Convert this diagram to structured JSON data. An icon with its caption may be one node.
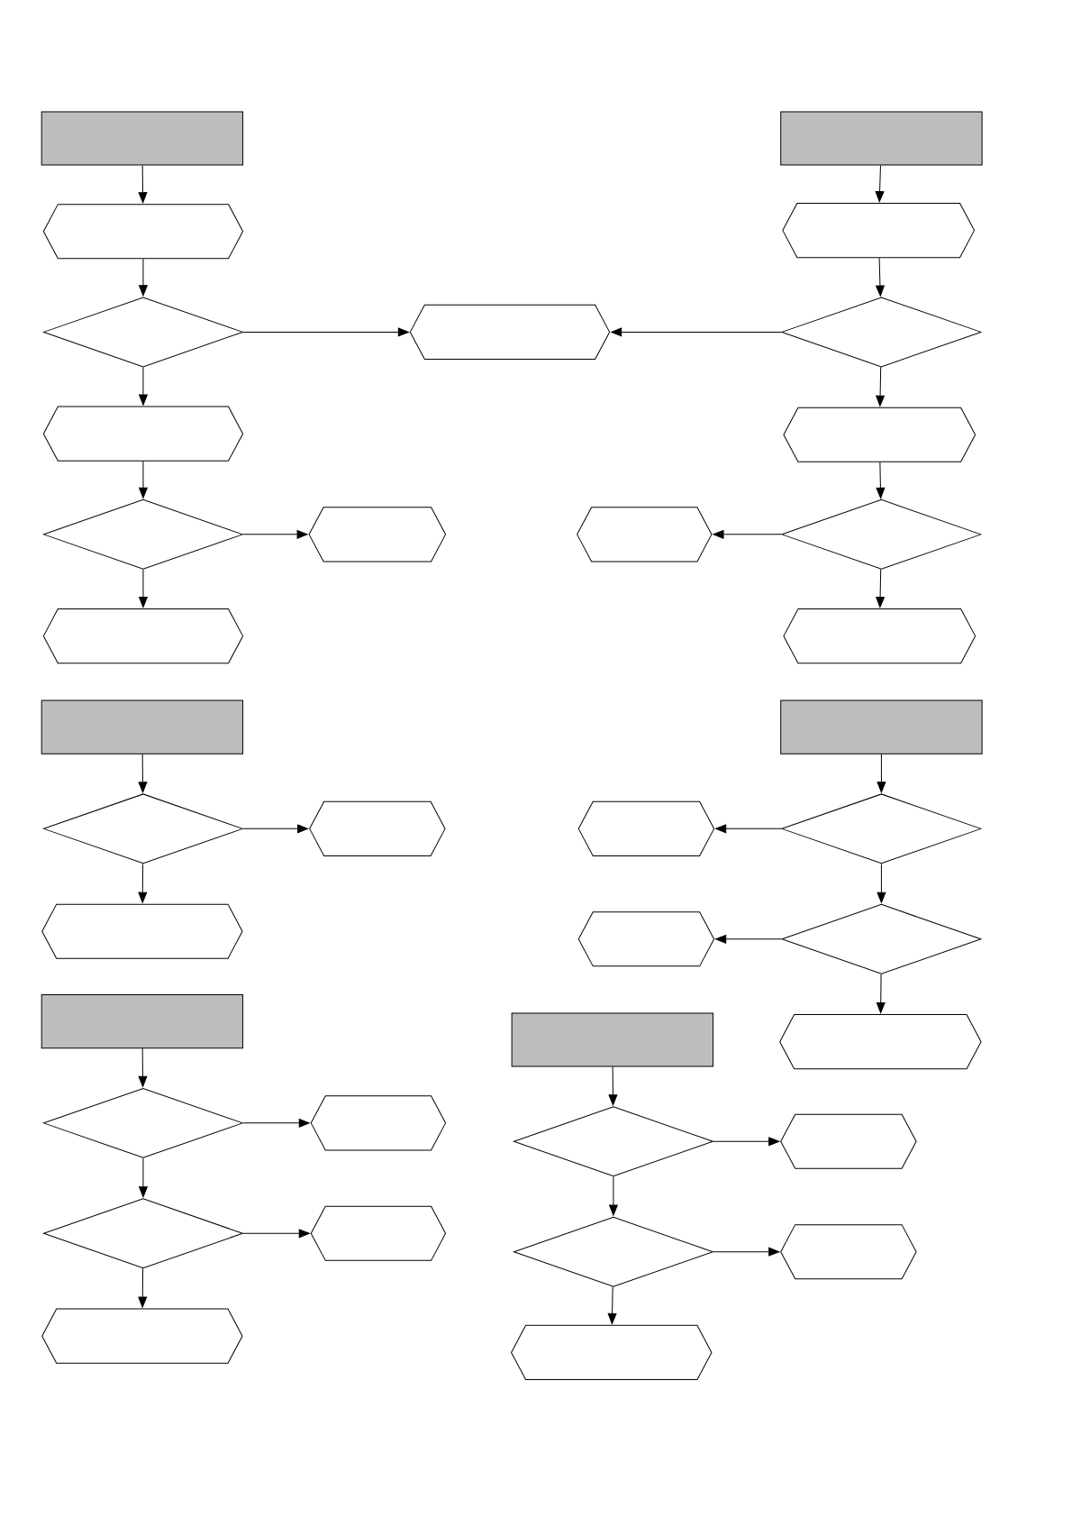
{
  "diagram": {
    "nodes": [
      {
        "text": [],
        "shape": "box"
      },
      {
        "text": [],
        "shape": "hexagon"
      },
      {
        "text": [],
        "shape": "diamond"
      },
      {
        "text": [],
        "shape": "hexagon"
      },
      {
        "text": [],
        "shape": "hexagon"
      },
      {
        "text": [],
        "shape": "diamond"
      },
      {
        "text": [],
        "shape": "hexagon"
      },
      {
        "text": [],
        "shape": "hexagon"
      },
      {
        "text": [],
        "shape": "box"
      },
      {
        "text": [],
        "shape": "hexagon"
      },
      {
        "text": [],
        "shape": "diamond"
      },
      {
        "text": [],
        "shape": "hexagon"
      },
      {
        "text": [],
        "shape": "diamond"
      },
      {
        "text": [],
        "shape": "hexagon"
      },
      {
        "text": [],
        "shape": "hexagon"
      },
      {
        "text": [],
        "shape": "box"
      },
      {
        "text": [],
        "shape": "diamond"
      },
      {
        "text": [],
        "shape": "hexagon"
      },
      {
        "text": [],
        "shape": "hexagon"
      },
      {
        "text": [],
        "shape": "box"
      },
      {
        "text": [],
        "shape": "diamond"
      },
      {
        "text": [],
        "shape": "hexagon"
      },
      {
        "text": [],
        "shape": "diamond"
      },
      {
        "text": [],
        "shape": "hexagon"
      },
      {
        "text": [],
        "shape": "hexagon"
      },
      {
        "text": [],
        "shape": "box"
      },
      {
        "text": [],
        "shape": "diamond"
      },
      {
        "text": [],
        "shape": "hexagon"
      },
      {
        "text": [],
        "shape": "diamond"
      },
      {
        "text": [],
        "shape": "hexagon"
      },
      {
        "text": [],
        "shape": "hexagon"
      },
      {
        "text": [],
        "shape": "box"
      },
      {
        "text": [],
        "shape": "diamond"
      },
      {
        "text": [],
        "shape": "hexagon"
      },
      {
        "text": [],
        "shape": "diamond"
      },
      {
        "text": [],
        "shape": "hexagon"
      },
      {
        "text": [],
        "shape": "hexagon"
      }
    ],
    "edges": [
      {
        "from": 0,
        "to": 1,
        "arrow": "to"
      },
      {
        "from": 1,
        "to": 2,
        "arrow": "to"
      },
      {
        "from": 2,
        "to": 3,
        "arrow": "to"
      },
      {
        "from": 2,
        "to": 4,
        "arrow": "to"
      },
      {
        "from": 4,
        "to": 5,
        "arrow": "to"
      },
      {
        "from": 5,
        "to": 6,
        "arrow": "to"
      },
      {
        "from": 5,
        "to": 7,
        "arrow": "to"
      },
      {
        "from": 8,
        "to": 9,
        "arrow": "to"
      },
      {
        "from": 9,
        "to": 10,
        "arrow": "to"
      },
      {
        "from": 10,
        "to": 3,
        "arrow": "to"
      },
      {
        "from": 10,
        "to": 11,
        "arrow": "to"
      },
      {
        "from": 11,
        "to": 12,
        "arrow": "to"
      },
      {
        "from": 12,
        "to": 13,
        "arrow": "to"
      },
      {
        "from": 12,
        "to": 14,
        "arrow": "to"
      },
      {
        "from": 15,
        "to": 16,
        "arrow": "to"
      },
      {
        "from": 16,
        "to": 17,
        "arrow": "to"
      },
      {
        "from": 16,
        "to": 18,
        "arrow": "to"
      },
      {
        "from": 19,
        "to": 20,
        "arrow": "to"
      },
      {
        "from": 20,
        "to": 21,
        "arrow": "to"
      },
      {
        "from": 20,
        "to": 22,
        "arrow": "to"
      },
      {
        "from": 22,
        "to": 23,
        "arrow": "to"
      },
      {
        "from": 22,
        "to": 24,
        "arrow": "to"
      },
      {
        "from": 25,
        "to": 26,
        "arrow": "to"
      },
      {
        "from": 26,
        "to": 27,
        "arrow": "to"
      },
      {
        "from": 26,
        "to": 28,
        "arrow": "to"
      },
      {
        "from": 28,
        "to": 29,
        "arrow": "to"
      },
      {
        "from": 28,
        "to": 30,
        "arrow": "to"
      },
      {
        "from": 31,
        "to": 32,
        "arrow": "to"
      },
      {
        "from": 32,
        "to": 33,
        "arrow": "to"
      },
      {
        "from": 32,
        "to": 34,
        "arrow": "to"
      },
      {
        "from": 34,
        "to": 35,
        "arrow": "to"
      },
      {
        "from": 34,
        "to": 36,
        "arrow": "to"
      }
    ]
  }
}
